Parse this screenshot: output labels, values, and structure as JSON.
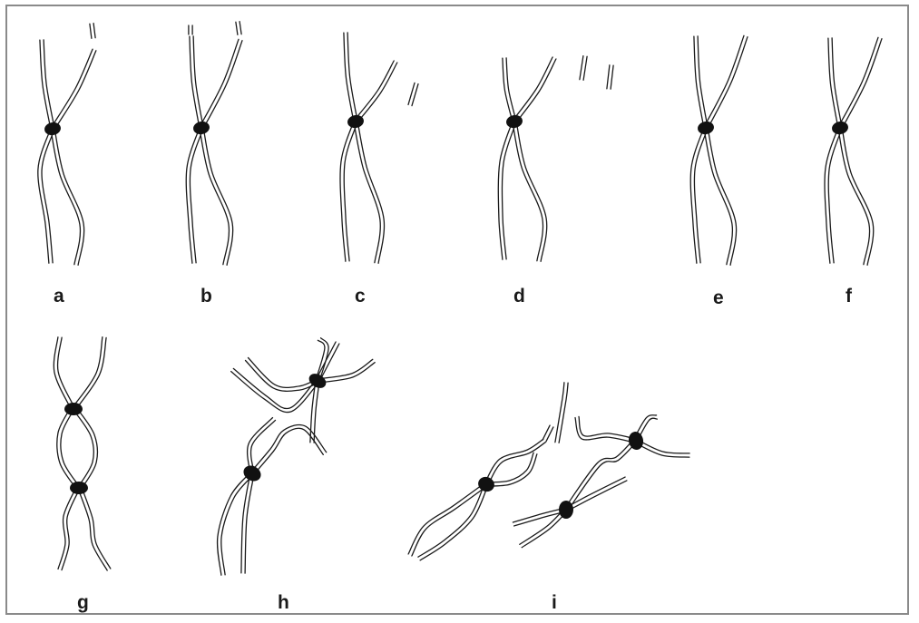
{
  "colors": {
    "frame": "#8a8a8a",
    "strand": "#1a1a1a",
    "centromere": "#111111"
  },
  "panels": [
    {
      "id": "a",
      "label": "a"
    },
    {
      "id": "b",
      "label": "b"
    },
    {
      "id": "c",
      "label": "c"
    },
    {
      "id": "d",
      "label": "d"
    },
    {
      "id": "e",
      "label": "e"
    },
    {
      "id": "f",
      "label": "f"
    },
    {
      "id": "g",
      "label": "g"
    },
    {
      "id": "h",
      "label": "h"
    },
    {
      "id": "i",
      "label": "i"
    }
  ]
}
